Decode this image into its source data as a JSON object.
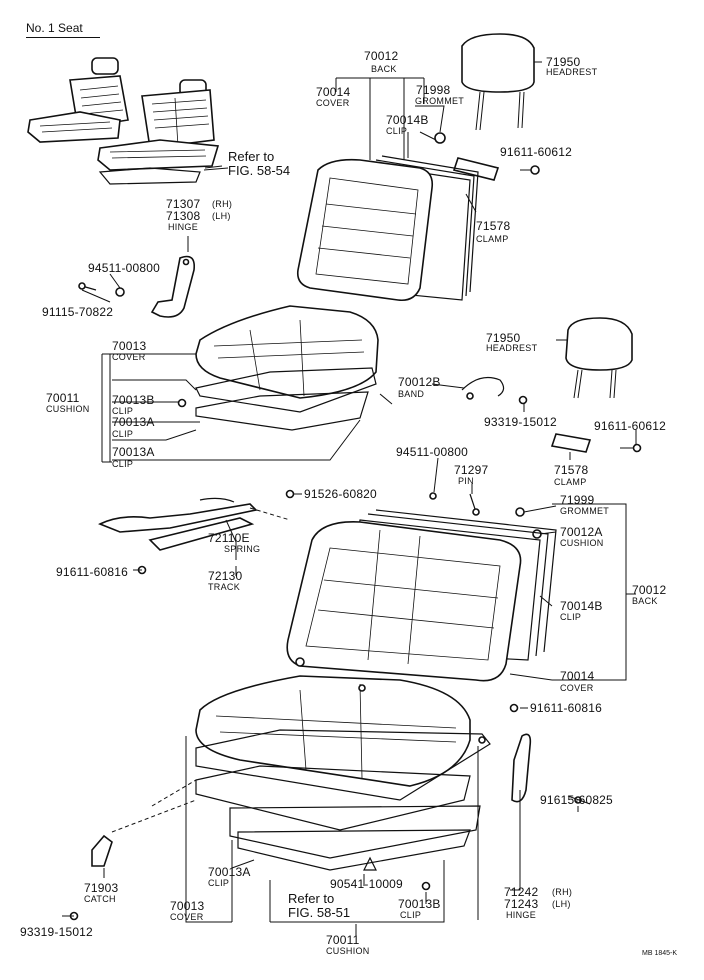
{
  "header": {
    "title": "No. 1  Seat",
    "code": "MB  1845-K"
  },
  "refs": {
    "ref_58_54_a": "Refer to",
    "ref_58_54_b": "FIG. 58-54",
    "ref_58_51_a": "Refer to",
    "ref_58_51_b": "FIG. 58-51"
  },
  "labels": {
    "p70012_top": "70012",
    "p70012_top_name": "BACK",
    "p71950_top": "71950",
    "p71950_top_name": "HEADREST",
    "p70014_top": "70014",
    "p70014_top_name": "COVER",
    "p71998": "71998",
    "p71998_name": "GROMMET",
    "p70014B_top": "70014B",
    "p70014B_top_name": "CLIP",
    "p91611_60612_top": "91611-60612",
    "p71307": "71307",
    "p71307_side": "(RH)",
    "p71308": "71308",
    "p71308_side": "(LH)",
    "p_hinge_top": "HINGE",
    "p71578_top": "71578",
    "p71578_top_name": "CLAMP",
    "p94511_top": "94511-00800",
    "p91115": "91115-70822",
    "p70013": "70013",
    "p70013_name": "COVER",
    "p70011_top": "70011",
    "p70011_top_name": "CUSHION",
    "p70013B_top": "70013B",
    "p70013B_top_name": "CLIP",
    "p70013A_1": "70013A",
    "p70013A_1_name": "CLIP",
    "p70013A_2": "70013A",
    "p70013A_2_name": "CLIP",
    "p71950_mid": "71950",
    "p71950_mid_name": "HEADREST",
    "p70012B": "70012B",
    "p70012B_name": "BAND",
    "p93319_mid": "93319-15012",
    "p91611_60612_mid": "91611-60612",
    "p71578_mid": "71578",
    "p71578_mid_name": "CLAMP",
    "p94511_mid": "94511-00800",
    "p71297": "71297",
    "p71297_name": "PIN",
    "p91526": "91526-60820",
    "p72110E": "72110E",
    "p72110E_name": "SPRING",
    "p72130": "72130",
    "p72130_name": "TRACK",
    "p91611_60816_left": "91611-60816",
    "p71999": "71999",
    "p71999_name": "GROMMET",
    "p70012A": "70012A",
    "p70012A_name": "CUSHION",
    "p70012_right": "70012",
    "p70012_right_name": "BACK",
    "p70014B_right": "70014B",
    "p70014B_right_name": "CLIP",
    "p70014_right": "70014",
    "p70014_right_name": "COVER",
    "p91611_60816_right": "91611-60816",
    "p91615": "91615-60825",
    "p71242": "71242",
    "p71242_side": "(RH)",
    "p71243": "71243",
    "p71243_side": "(LH)",
    "p_hinge_bottom": "HINGE",
    "p71903": "71903",
    "p71903_name": "CATCH",
    "p93319_bottom": "93319-15012",
    "p70013A_bottom": "70013A",
    "p70013A_bottom_name": "CLIP",
    "p70013_bottom": "70013",
    "p70013_bottom_name": "COVER",
    "p90541": "90541-10009",
    "p70013B_bottom": "70013B",
    "p70013B_bottom_name": "CLIP",
    "p70011_bottom": "70011",
    "p70011_bottom_name": "CUSHION"
  }
}
